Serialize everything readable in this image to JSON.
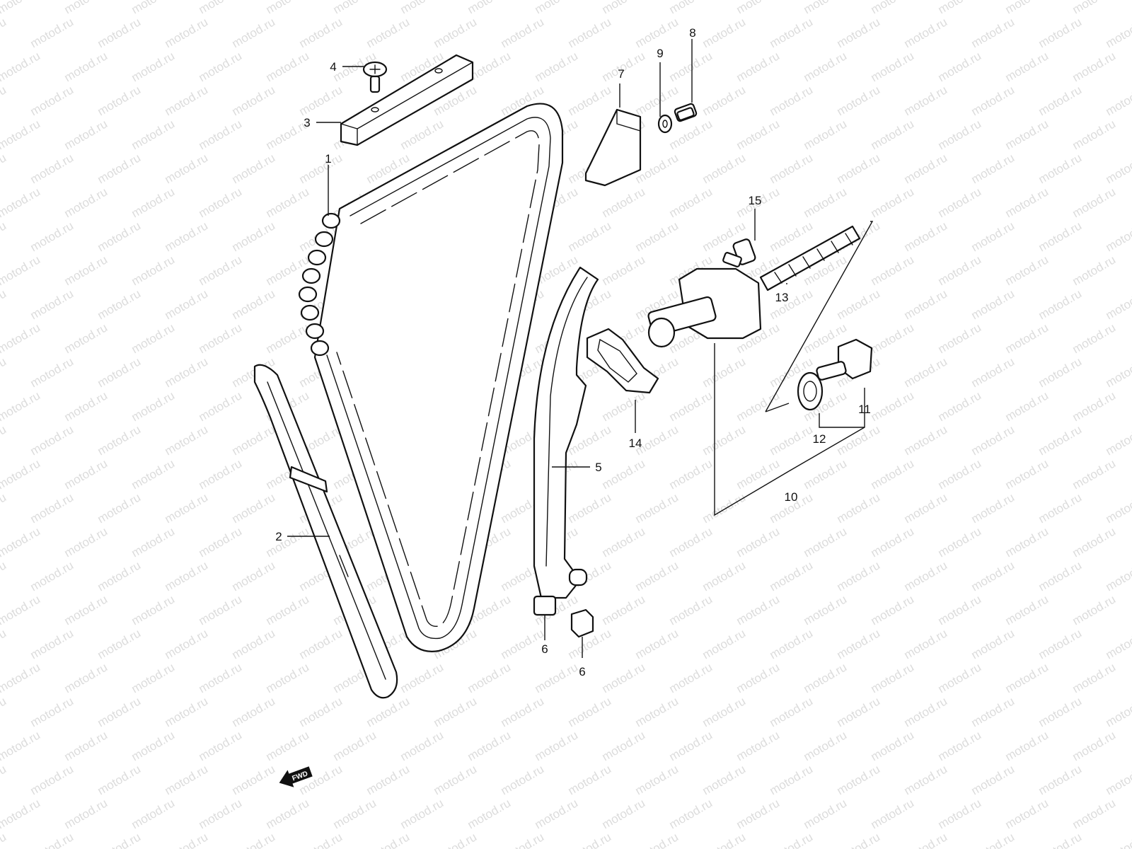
{
  "watermark": "motod.ru",
  "fwd_label": "FWD",
  "callouts": [
    {
      "id": "c1",
      "label": "1"
    },
    {
      "id": "c2",
      "label": "2"
    },
    {
      "id": "c3",
      "label": "3"
    },
    {
      "id": "c4",
      "label": "4"
    },
    {
      "id": "c5",
      "label": "5"
    },
    {
      "id": "c6a",
      "label": "6"
    },
    {
      "id": "c6b",
      "label": "6"
    },
    {
      "id": "c7",
      "label": "7"
    },
    {
      "id": "c8",
      "label": "8"
    },
    {
      "id": "c9",
      "label": "9"
    },
    {
      "id": "c10",
      "label": "10"
    },
    {
      "id": "c11",
      "label": "11"
    },
    {
      "id": "c12",
      "label": "12"
    },
    {
      "id": "c13",
      "label": "13"
    },
    {
      "id": "c14",
      "label": "14"
    },
    {
      "id": "c15",
      "label": "15"
    }
  ],
  "colors": {
    "line": "#111111",
    "watermark": "#dcdcdc",
    "background": "#ffffff"
  }
}
